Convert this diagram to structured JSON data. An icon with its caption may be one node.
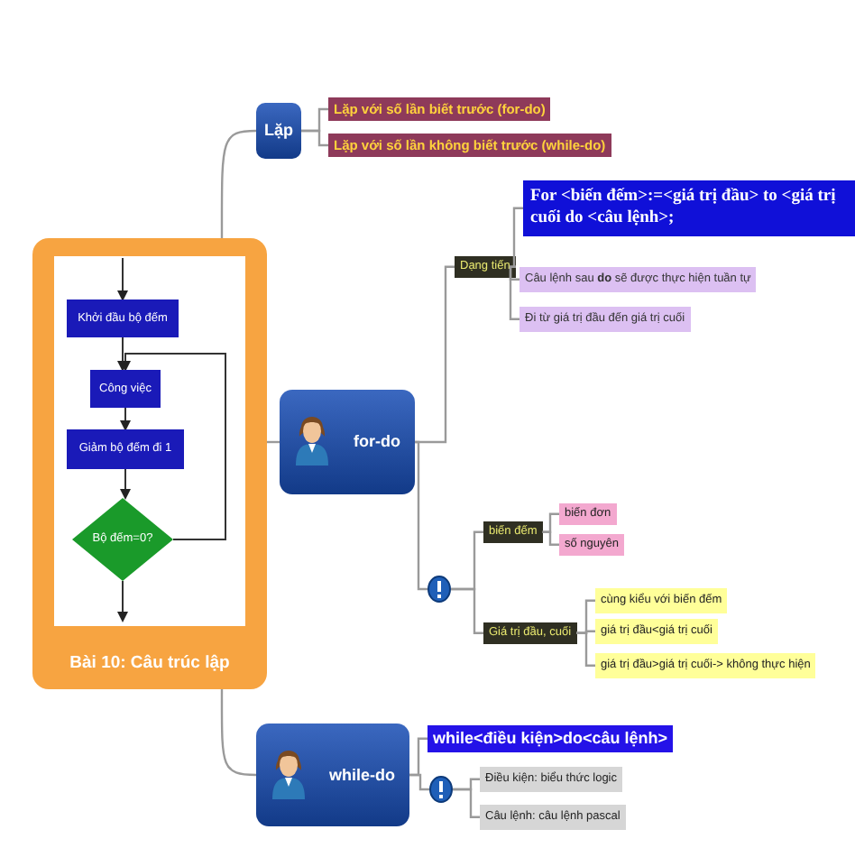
{
  "diagram": {
    "nodes": [
      {
        "text": [
          "Bài 10: Câu trúc lập"
        ]
      },
      {
        "text": [
          "Khởi đầu bộ đếm"
        ],
        "in": 0
      },
      {
        "text": [
          "Công việc"
        ],
        "in": 0
      },
      {
        "text": [
          "Giảm bộ đếm đi 1"
        ],
        "in": 0
      },
      {
        "text": [
          "Bộ đếm=0?"
        ],
        "in": 0
      },
      {
        "text": [
          "Lặp"
        ]
      },
      {
        "text": [
          "Lặp với số lần biết trước (for-do)"
        ]
      },
      {
        "text": [
          "Lặp với số lần không biết trước (while-do)"
        ]
      },
      {
        "text": [
          "for-do"
        ]
      },
      {
        "text": [
          "Dạng tiến"
        ]
      },
      {
        "text": [
          "For <biến đếm>:=<giá trị đầu> to <giá trị cuối do <câu lệnh>;"
        ]
      },
      {
        "text": [
          "Câu lệnh sau **do** sẽ được thực hiện tuần tự"
        ]
      },
      {
        "text": [
          "Đi từ giá trị đầu đến giá trị cuối"
        ]
      },
      {
        "text": [],
        "shape": "circle"
      },
      {
        "text": [
          "biến đếm"
        ]
      },
      {
        "text": [
          "biến đơn"
        ]
      },
      {
        "text": [
          "số nguyên"
        ]
      },
      {
        "text": [
          "Giá trị đầu, cuối"
        ]
      },
      {
        "text": [
          "cùng kiểu với biến đếm"
        ]
      },
      {
        "text": [
          "giá trị đầu<giá trị cuối"
        ]
      },
      {
        "text": [
          "giá trị đầu>giá trị cuối-> không thực hiện"
        ]
      },
      {
        "text": [
          "while-do"
        ]
      },
      {
        "text": [
          "while<điều kiện>do<câu lệnh>"
        ]
      },
      {
        "text": [],
        "shape": "circle"
      },
      {
        "text": [
          "Điều kiện: biểu thức logic"
        ]
      },
      {
        "text": [
          "Câu lệnh: câu lệnh pascal"
        ]
      }
    ],
    "edges": [
      {
        "from": null,
        "to": 1,
        "arrow": "to",
        "color": "#333333"
      },
      {
        "from": 1,
        "to": 2,
        "arrow": "to",
        "color": "#333333"
      },
      {
        "from": 2,
        "to": 3,
        "arrow": "to",
        "color": "#333333"
      },
      {
        "from": 3,
        "to": 4,
        "arrow": "to",
        "color": "#333333"
      },
      {
        "from": 4,
        "to": 2,
        "arrow": "to",
        "color": "#333333"
      },
      {
        "from": 4,
        "to": null,
        "arrow": "to",
        "color": "#333333"
      },
      {
        "from": 0,
        "to": 5,
        "arrow": "none"
      },
      {
        "from": 0,
        "to": 8,
        "arrow": "none"
      },
      {
        "from": 0,
        "to": 21,
        "arrow": "none"
      },
      {
        "from": 5,
        "to": 6,
        "arrow": "none"
      },
      {
        "from": 5,
        "to": 7,
        "arrow": "none"
      },
      {
        "from": 8,
        "to": 9,
        "arrow": "none"
      },
      {
        "from": 8,
        "to": 13,
        "arrow": "none"
      },
      {
        "from": 9,
        "to": 10,
        "arrow": "none"
      },
      {
        "from": 9,
        "to": 11,
        "arrow": "none"
      },
      {
        "from": 9,
        "to": 12,
        "arrow": "none"
      },
      {
        "from": 13,
        "to": 14,
        "arrow": "none"
      },
      {
        "from": 13,
        "to": 17,
        "arrow": "none"
      },
      {
        "from": 14,
        "to": 15,
        "arrow": "none"
      },
      {
        "from": 14,
        "to": 16,
        "arrow": "none"
      },
      {
        "from": 17,
        "to": 18,
        "arrow": "none"
      },
      {
        "from": 17,
        "to": 19,
        "arrow": "none"
      },
      {
        "from": 17,
        "to": 20,
        "arrow": "none"
      },
      {
        "from": 21,
        "to": 22,
        "arrow": "none"
      },
      {
        "from": 21,
        "to": 23,
        "arrow": "none"
      },
      {
        "from": 23,
        "to": 24,
        "arrow": "none"
      },
      {
        "from": 23,
        "to": 25,
        "arrow": "none"
      }
    ]
  }
}
